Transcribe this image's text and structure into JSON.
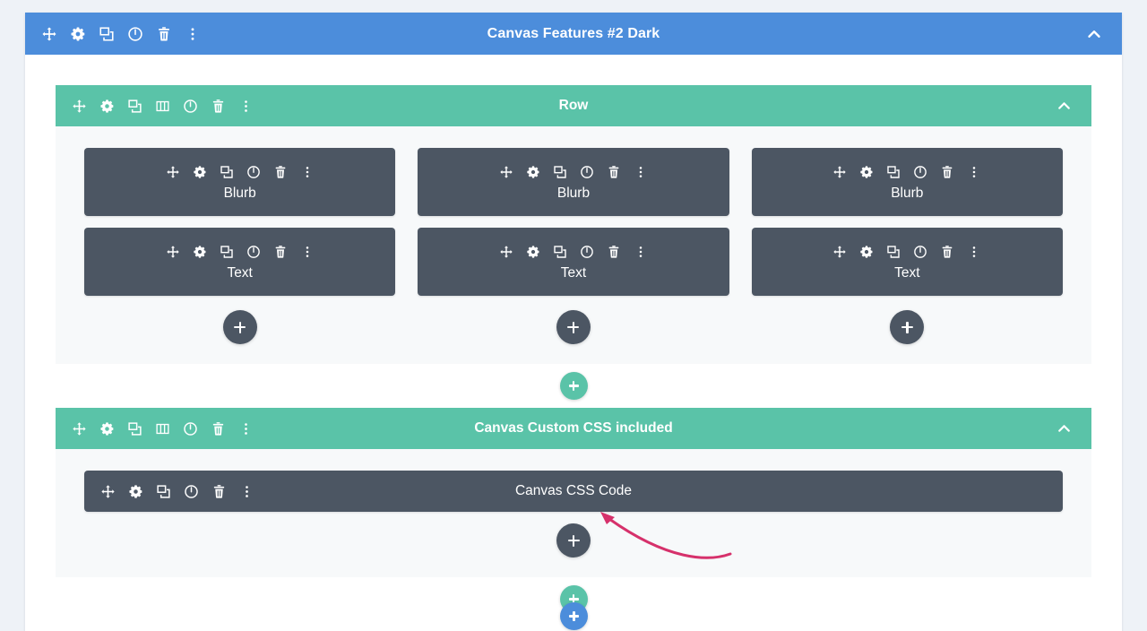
{
  "colors": {
    "page_background": "#eef2f7",
    "section_header": "#4c8ddb",
    "row_header": "#5ac3a8",
    "module": "#4c5663",
    "annotation_arrow": "#d6316b"
  },
  "section": {
    "title": "Canvas Features #2 Dark",
    "collapse_icon": "chevron-up-icon",
    "tools": [
      {
        "name": "move-icon",
        "label": "Move"
      },
      {
        "name": "gear-icon",
        "label": "Settings"
      },
      {
        "name": "duplicate-icon",
        "label": "Duplicate"
      },
      {
        "name": "power-icon",
        "label": "Disable"
      },
      {
        "name": "trash-icon",
        "label": "Delete"
      },
      {
        "name": "more-options-icon",
        "label": "More options"
      }
    ]
  },
  "rows": [
    {
      "title": "Row",
      "collapse_icon": "chevron-up-icon",
      "tools": [
        {
          "name": "move-icon",
          "label": "Move"
        },
        {
          "name": "gear-icon",
          "label": "Settings"
        },
        {
          "name": "duplicate-icon",
          "label": "Duplicate"
        },
        {
          "name": "columns-icon",
          "label": "Column structure"
        },
        {
          "name": "power-icon",
          "label": "Disable"
        },
        {
          "name": "trash-icon",
          "label": "Delete"
        },
        {
          "name": "more-options-icon",
          "label": "More options"
        }
      ],
      "columns": [
        {
          "modules": [
            {
              "label": "Blurb"
            },
            {
              "label": "Text"
            }
          ],
          "add_module_label": "+"
        },
        {
          "modules": [
            {
              "label": "Blurb"
            },
            {
              "label": "Text"
            }
          ],
          "add_module_label": "+"
        },
        {
          "modules": [
            {
              "label": "Blurb"
            },
            {
              "label": "Text"
            }
          ],
          "add_module_label": "+"
        }
      ]
    },
    {
      "title": "Canvas Custom CSS included",
      "collapse_icon": "chevron-up-icon",
      "tools": [
        {
          "name": "move-icon",
          "label": "Move"
        },
        {
          "name": "gear-icon",
          "label": "Settings"
        },
        {
          "name": "duplicate-icon",
          "label": "Duplicate"
        },
        {
          "name": "columns-icon",
          "label": "Column structure"
        },
        {
          "name": "power-icon",
          "label": "Disable"
        },
        {
          "name": "trash-icon",
          "label": "Delete"
        },
        {
          "name": "more-options-icon",
          "label": "More options"
        }
      ],
      "columns": [
        {
          "modules": [
            {
              "label": "Canvas CSS Code",
              "wide": true
            }
          ],
          "add_module_label": "+"
        }
      ]
    }
  ],
  "module_tools": [
    {
      "name": "move-icon",
      "label": "Move"
    },
    {
      "name": "gear-icon",
      "label": "Settings"
    },
    {
      "name": "duplicate-icon",
      "label": "Duplicate"
    },
    {
      "name": "power-icon",
      "label": "Disable"
    },
    {
      "name": "trash-icon",
      "label": "Delete"
    },
    {
      "name": "more-options-icon",
      "label": "More options"
    }
  ],
  "add_buttons": {
    "add_module": "+",
    "add_row": "+",
    "add_section": "+"
  },
  "annotation": {
    "type": "curved-arrow",
    "points_to": "Canvas CSS Code"
  }
}
